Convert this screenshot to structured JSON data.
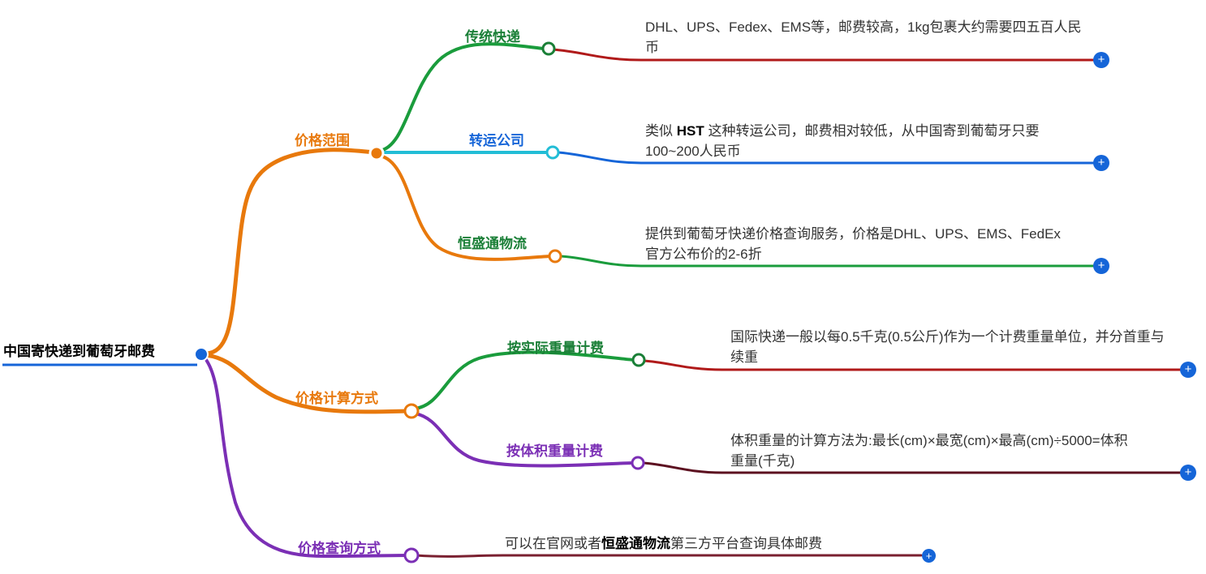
{
  "diagram": {
    "type": "mindmap",
    "root": {
      "label": "中国寄快递到葡萄牙邮费",
      "dot_color": "#1565d8"
    },
    "branches": [
      {
        "label": "价格范围",
        "color": "#e8790c",
        "dot_color": "#e8790c",
        "children": [
          {
            "label": "传统快递",
            "label_color": "#1a7f37",
            "dot_color": "#1a7f37",
            "line_color": "#b01a1a",
            "text": "DHL、UPS、Fedex、EMS等，邮费较高，1kg包裹大约需要四五百人民币",
            "expand": "+"
          },
          {
            "label": "转运公司",
            "label_color": "#1565d8",
            "dot_color": "#22bdd6",
            "line_color": "#1565d8",
            "text_pre": "类似 ",
            "text_bold": "HST",
            "text_post": " 这种转运公司，邮费相对较低，从中国寄到葡萄牙只要100~200人民币",
            "expand": "+"
          },
          {
            "label": "恒盛通物流",
            "label_color": "#1a7f37",
            "dot_color": "#e8790c",
            "line_color": "#1a9c3c",
            "text": "提供到葡萄牙快递价格查询服务，价格是DHL、UPS、EMS、FedEx官方公布价的2-6折",
            "expand": "+"
          }
        ]
      },
      {
        "label": "价格计算方式",
        "color": "#e8790c",
        "dot_color": "#e8790c",
        "children": [
          {
            "label": "按实际重量计费",
            "label_color": "#1a7f37",
            "dot_color": "#1a7f37",
            "line_color": "#b01a1a",
            "text": "国际快递一般以每0.5千克(0.5公斤)作为一个计费重量单位，并分首重与续重",
            "expand": "+"
          },
          {
            "label": "按体积重量计费",
            "label_color": "#7b2fb5",
            "dot_color": "#7b2fb5",
            "line_color": "#5c1020",
            "text": "体积重量的计算方法为:最长(cm)×最宽(cm)×最高(cm)÷5000=体积重量(千克)",
            "expand": "+"
          }
        ]
      },
      {
        "label": "价格查询方式",
        "color": "#7b2fb5",
        "dot_color": "#7b2fb5",
        "children": [
          {
            "label": "",
            "label_color": "#7b2fb5",
            "dot_color": "#7b2fb5",
            "line_color": "#7a2030",
            "text_pre": "可以在官网或者",
            "text_bold": "恒盛通物流",
            "text_post": "第三方平台查询具体邮费",
            "expand": "+"
          }
        ]
      }
    ]
  }
}
